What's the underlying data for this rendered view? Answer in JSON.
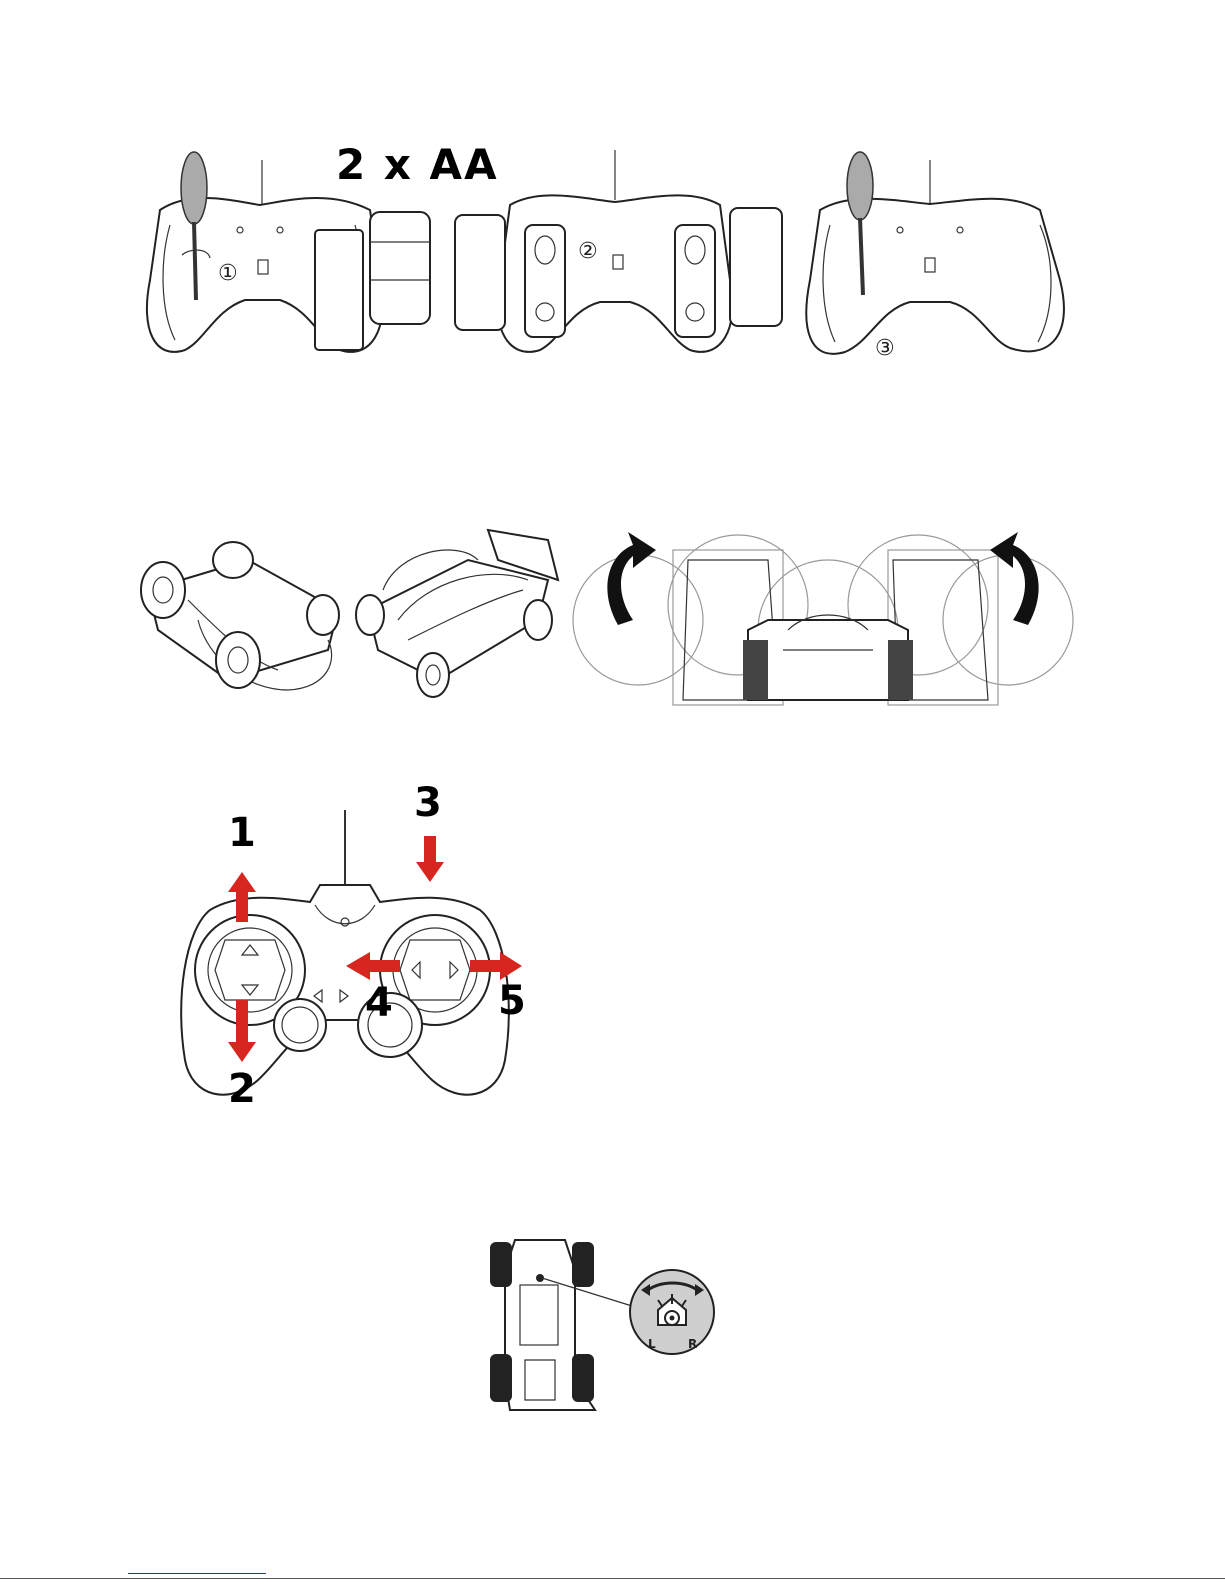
{
  "battery": {
    "label": "2 x AA"
  },
  "install_steps": [
    "①",
    "②",
    "③"
  ],
  "controller_directions": [
    "1",
    "2",
    "3",
    "4",
    "5"
  ],
  "trim": {
    "left": "L",
    "right": "R"
  },
  "colors": {
    "arrow": "#d6261f",
    "ink": "#222222",
    "trim_dial": "#cfcfcf"
  }
}
